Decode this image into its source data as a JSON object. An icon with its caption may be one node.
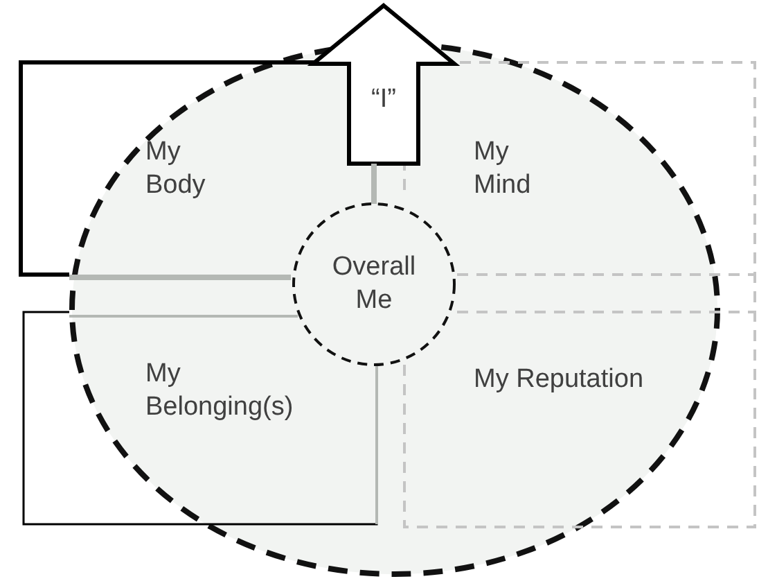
{
  "diagram": {
    "nodes": [
      {
        "text": [],
        "shape": "circle"
      },
      {
        "text": [
          "“I”"
        ]
      },
      {
        "text": [
          "My Body"
        ],
        "in": 0
      },
      {
        "text": [
          "My Mind"
        ],
        "in": 0
      },
      {
        "text": [
          "Overall Me"
        ],
        "in": 0
      },
      {
        "text": [
          "My Belonging(s)"
        ],
        "in": 0
      },
      {
        "text": [
          "My Reputation"
        ],
        "in": 0
      }
    ],
    "edges": [
      {
        "from": 4,
        "to": 1,
        "arrow": "none",
        "color": "#b4b8b4"
      }
    ]
  }
}
